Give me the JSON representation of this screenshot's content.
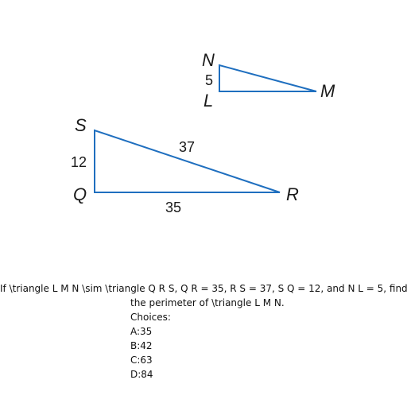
{
  "figure": {
    "small_triangle": {
      "vertices": {
        "top": "N",
        "corner": "L",
        "right": "M"
      },
      "side_labels": {
        "NL": "5"
      }
    },
    "large_triangle": {
      "vertices": {
        "top": "S",
        "corner": "Q",
        "right": "R"
      },
      "side_labels": {
        "SQ": "12",
        "RS": "37",
        "QR": "35"
      }
    },
    "stroke_color": "#1f6fbf"
  },
  "question": {
    "line1": "If \\triangle L M N \\sim \\triangle Q R S, Q R = 35, R S = 37, S Q = 12, and N L = 5, find",
    "line2": "the perimeter of \\triangle L M N.",
    "choices_title": "Choices:",
    "choices": [
      "A:35",
      "B:42",
      "C:63",
      "D:84"
    ]
  }
}
